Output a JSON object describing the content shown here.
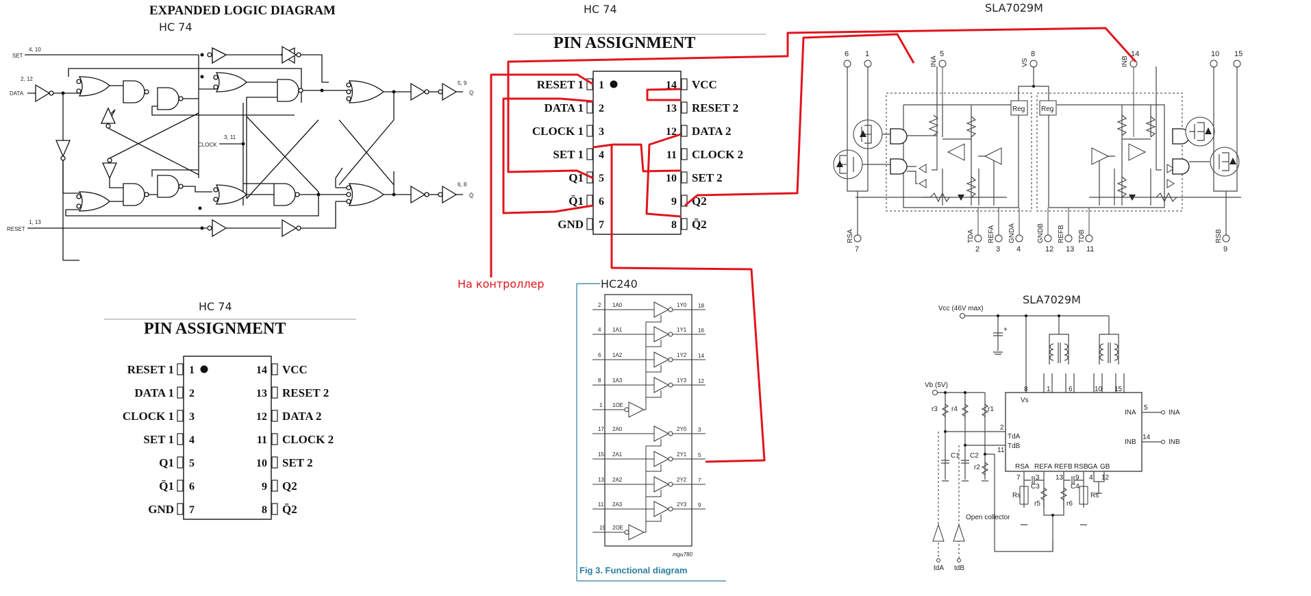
{
  "logic_diagram": {
    "title": "EXPANDED LOGIC DIAGRAM",
    "subtitle": "HC 74",
    "inputs": [
      {
        "name": "SET",
        "pins": "4, 10"
      },
      {
        "name": "DATA",
        "pins": "2, 12"
      },
      {
        "name": "CLOCK",
        "pins": "3, 11"
      },
      {
        "name": "RESET",
        "pins": "1, 13"
      }
    ],
    "outputs": [
      {
        "name": "Q",
        "pins": "5, 9"
      },
      {
        "name": "Q̄",
        "pins": "6, 8"
      }
    ]
  },
  "pin_top": {
    "chip_label": "HC 74",
    "title": "PIN ASSIGNMENT",
    "left_pins": [
      {
        "num": "1",
        "label": "RESET 1"
      },
      {
        "num": "2",
        "label": "DATA 1"
      },
      {
        "num": "3",
        "label": "CLOCK 1"
      },
      {
        "num": "4",
        "label": "SET 1"
      },
      {
        "num": "5",
        "label": "Q1"
      },
      {
        "num": "6",
        "label": "Q̄1"
      },
      {
        "num": "7",
        "label": "GND"
      }
    ],
    "right_pins": [
      {
        "num": "14",
        "label": "VCC"
      },
      {
        "num": "13",
        "label": "RESET 2"
      },
      {
        "num": "12",
        "label": "DATA 2"
      },
      {
        "num": "11",
        "label": "CLOCK 2"
      },
      {
        "num": "10",
        "label": "SET 2"
      },
      {
        "num": "9",
        "label": "Q2"
      },
      {
        "num": "8",
        "label": "Q̄2"
      }
    ]
  },
  "pin_bottom": {
    "chip_label": "HC 74",
    "title": "PIN ASSIGNMENT",
    "left_pins": [
      {
        "num": "1",
        "label": "RESET 1"
      },
      {
        "num": "2",
        "label": "DATA 1"
      },
      {
        "num": "3",
        "label": "CLOCK 1"
      },
      {
        "num": "4",
        "label": "SET 1"
      },
      {
        "num": "5",
        "label": "Q1"
      },
      {
        "num": "6",
        "label": "Q̄1"
      },
      {
        "num": "7",
        "label": "GND"
      }
    ],
    "right_pins": [
      {
        "num": "14",
        "label": "VCC"
      },
      {
        "num": "13",
        "label": "RESET 2"
      },
      {
        "num": "12",
        "label": "DATA 2"
      },
      {
        "num": "11",
        "label": "CLOCK 2"
      },
      {
        "num": "10",
        "label": "SET 2"
      },
      {
        "num": "9",
        "label": "Q2"
      },
      {
        "num": "8",
        "label": "Q̄2"
      }
    ]
  },
  "annotation": {
    "controller_label": "На контроллер",
    "wire_color": "#e0141c"
  },
  "hc240": {
    "title": "HC240",
    "code": "mgu780",
    "caption": "Fig 3.   Functional diagram",
    "caption_color": "#2a7fa0",
    "group1": [
      {
        "in_pin": "2",
        "in": "1A0",
        "out": "1Y0",
        "out_pin": "18"
      },
      {
        "in_pin": "4",
        "in": "1A1",
        "out": "1Y1",
        "out_pin": "16"
      },
      {
        "in_pin": "6",
        "in": "1A2",
        "out": "1Y2",
        "out_pin": "14"
      },
      {
        "in_pin": "8",
        "in": "1A3",
        "out": "1Y3",
        "out_pin": "12"
      }
    ],
    "oe1": {
      "pin": "1",
      "label": "1OE"
    },
    "group2": [
      {
        "in_pin": "17",
        "in": "2A0",
        "out": "2Y0",
        "out_pin": "3"
      },
      {
        "in_pin": "15",
        "in": "2A1",
        "out": "2Y1",
        "out_pin": "5"
      },
      {
        "in_pin": "13",
        "in": "2A2",
        "out": "2Y2",
        "out_pin": "7"
      },
      {
        "in_pin": "11",
        "in": "2A3",
        "out": "2Y3",
        "out_pin": "9"
      }
    ],
    "oe2": {
      "pin": "19",
      "label": "2OE"
    }
  },
  "sla_block": {
    "title": "SLA7029M",
    "top_pins": [
      {
        "num": "6",
        "label": ""
      },
      {
        "num": "1",
        "label": ""
      },
      {
        "num": "5",
        "label": "INA"
      },
      {
        "num": "8",
        "label": "VS"
      },
      {
        "num": "14",
        "label": "INB"
      },
      {
        "num": "10",
        "label": ""
      },
      {
        "num": "15",
        "label": ""
      }
    ],
    "bottom_pins": [
      {
        "num": "7",
        "label": "RSA"
      },
      {
        "num": "2",
        "label": "TDA"
      },
      {
        "num": "3",
        "label": "REFA"
      },
      {
        "num": "4",
        "label": "GNDA"
      },
      {
        "num": "12",
        "label": "GNDB"
      },
      {
        "num": "13",
        "label": "REFB"
      },
      {
        "num": "11",
        "label": "TDB"
      },
      {
        "num": "9",
        "label": "RSB"
      }
    ],
    "reg_label": "Reg"
  },
  "sla_app": {
    "title": "SLA7029M",
    "vcc_label": "Vcc (46V max)",
    "vb_label": "Vb (5V)",
    "chip_pins_top": [
      "8",
      "1",
      "6",
      "10",
      "15"
    ],
    "vs_label": "Vs",
    "left_pins": [
      {
        "num": "2",
        "label": "TdA"
      },
      {
        "num": "11",
        "label": "TdB"
      }
    ],
    "right_pins": [
      {
        "num": "5",
        "label": "INA",
        "ext": "INA"
      },
      {
        "num": "14",
        "label": "INB",
        "ext": "INB"
      }
    ],
    "bottom_labels": [
      "RSA",
      "REFA",
      "REFB",
      "RSB",
      "GA",
      "GB"
    ],
    "bottom_pins": [
      "7",
      "3",
      "13",
      "9",
      "4",
      "12"
    ],
    "resistors": [
      "r3",
      "r4",
      "r1",
      "r2",
      "r5",
      "r6",
      "Rs",
      "Rs"
    ],
    "capacitors": [
      "C1",
      "C2",
      "C3",
      "C4"
    ],
    "open_collector": "Open collector",
    "inputs": [
      "tdA",
      "tdB"
    ]
  }
}
